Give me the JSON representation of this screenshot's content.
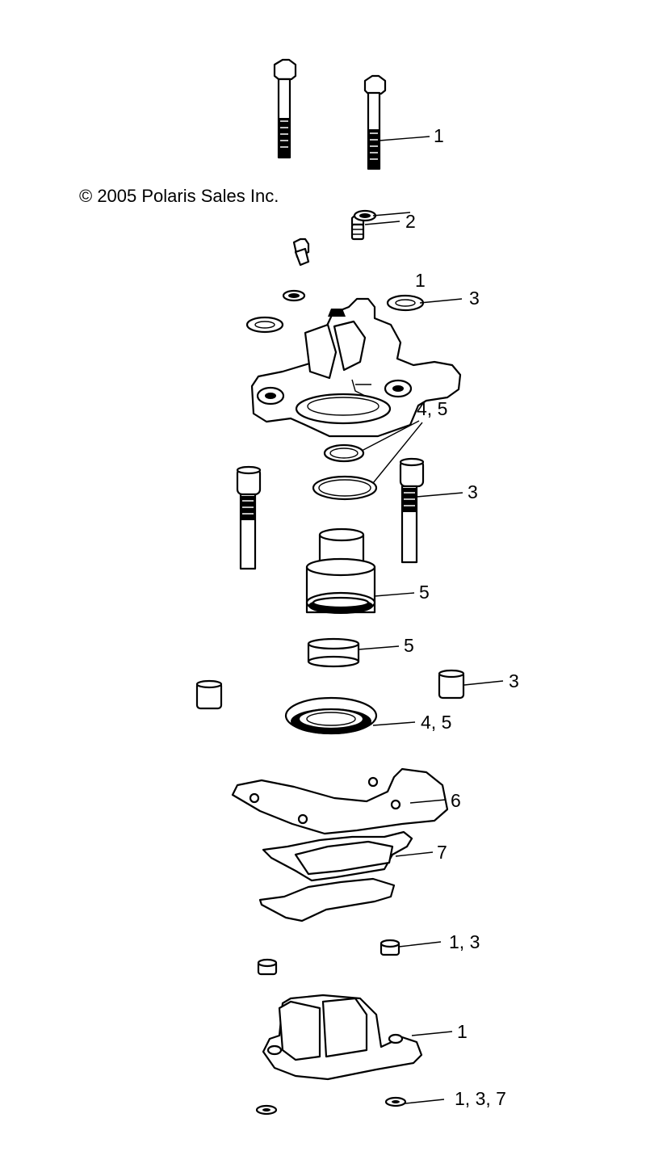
{
  "copyright": "© 2005 Polaris Sales Inc.",
  "callouts": [
    {
      "id": "bolt-top",
      "label": "1"
    },
    {
      "id": "bleeder-fitting",
      "label": "2"
    },
    {
      "id": "small-seal-top",
      "label": "1"
    },
    {
      "id": "boot-top-right",
      "label": "3"
    },
    {
      "id": "seals-pair",
      "label": "4, 5"
    },
    {
      "id": "pin-bolt",
      "label": "3"
    },
    {
      "id": "piston-large",
      "label": "5"
    },
    {
      "id": "piston-small",
      "label": "5"
    },
    {
      "id": "bushing-right",
      "label": "3"
    },
    {
      "id": "seal-large",
      "label": "4, 5"
    },
    {
      "id": "bracket",
      "label": "6"
    },
    {
      "id": "brake-pads",
      "label": "7"
    },
    {
      "id": "bushing-small",
      "label": "1, 3"
    },
    {
      "id": "caliper-lower",
      "label": "1"
    },
    {
      "id": "clip-bottom",
      "label": "1, 3, 7"
    }
  ]
}
